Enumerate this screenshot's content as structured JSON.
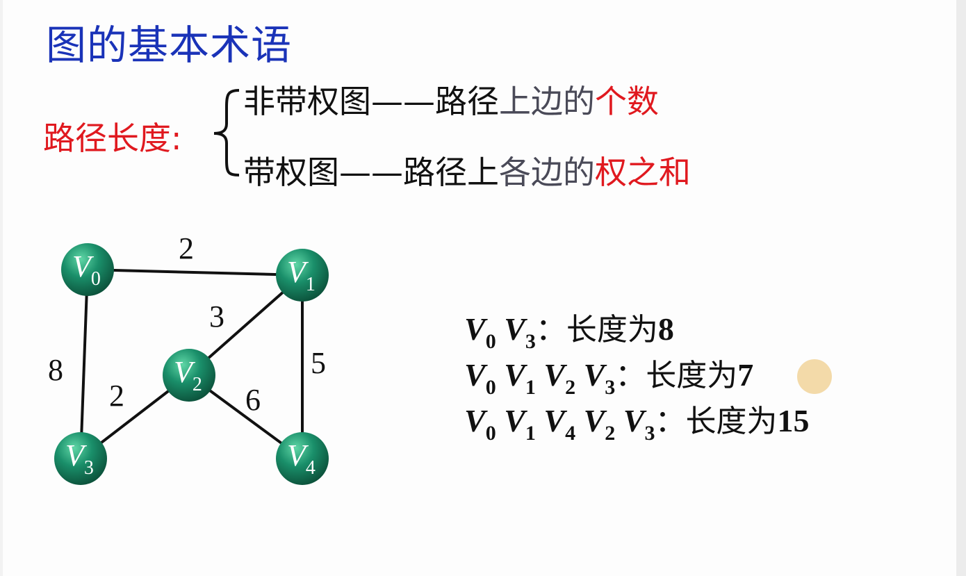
{
  "title": "图的基本术语",
  "definition": {
    "label": "路径长度",
    "colon": ":",
    "unweighted": {
      "term": "非带权图",
      "dash": "——",
      "pre": "路径",
      "mid": "上边的",
      "emph": "个数"
    },
    "weighted": {
      "term": "带权图",
      "dash": "——",
      "pre": "路径上",
      "mid": "各边的",
      "emph": "权之和"
    }
  },
  "graph": {
    "nodes": [
      {
        "id": "V0",
        "letter": "V",
        "sub": "0"
      },
      {
        "id": "V1",
        "letter": "V",
        "sub": "1"
      },
      {
        "id": "V2",
        "letter": "V",
        "sub": "2"
      },
      {
        "id": "V3",
        "letter": "V",
        "sub": "3"
      },
      {
        "id": "V4",
        "letter": "V",
        "sub": "4"
      }
    ],
    "edges": [
      {
        "from": "V0",
        "to": "V1",
        "weight": "2"
      },
      {
        "from": "V0",
        "to": "V3",
        "weight": "8"
      },
      {
        "from": "V1",
        "to": "V2",
        "weight": "3"
      },
      {
        "from": "V1",
        "to": "V4",
        "weight": "5"
      },
      {
        "from": "V2",
        "to": "V3",
        "weight": "2"
      },
      {
        "from": "V2",
        "to": "V4",
        "weight": "6"
      }
    ],
    "node_color": "#1a8f6a"
  },
  "paths": [
    {
      "vertices": [
        "0",
        "3"
      ],
      "sep": "：",
      "text": "长度为",
      "length": "8"
    },
    {
      "vertices": [
        "0",
        "1",
        "2",
        "3"
      ],
      "sep": "：",
      "text": "长度为",
      "length": "7"
    },
    {
      "vertices": [
        "0",
        "1",
        "4",
        "2",
        "3"
      ],
      "sep": "：",
      "text": "长度为",
      "length": "15"
    }
  ],
  "colors": {
    "title": "#1a33b8",
    "emphasis": "#e0191f"
  }
}
